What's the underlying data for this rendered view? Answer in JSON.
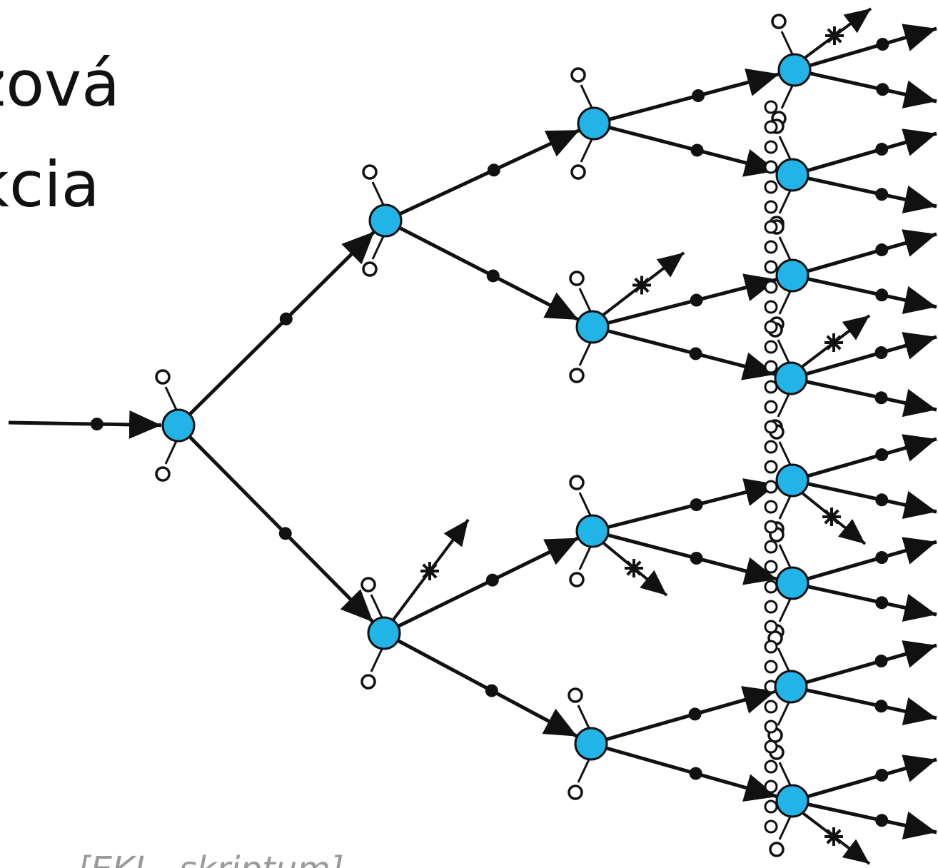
{
  "slide": {
    "title_line1": "zová",
    "title_line2": "kcia",
    "citation": "[EKI - skriptum]"
  },
  "diagram": {
    "node_color": "#22b4e6",
    "line_color": "#111111"
  }
}
